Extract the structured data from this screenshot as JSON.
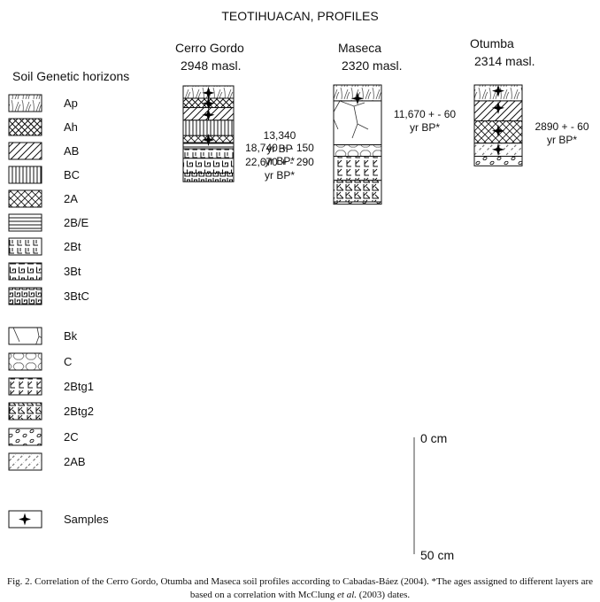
{
  "title": "TEOTIHUACAN, PROFILES",
  "legend": {
    "title": "Soil Genetic horizons",
    "items": [
      {
        "key": "Ap",
        "label": "Ap",
        "pattern": "grass"
      },
      {
        "key": "Ah",
        "label": "Ah",
        "pattern": "crosshatch"
      },
      {
        "key": "AB",
        "label": "AB",
        "pattern": "diagonal"
      },
      {
        "key": "BC",
        "label": "BC",
        "pattern": "vertical"
      },
      {
        "key": "2A",
        "label": "2A",
        "pattern": "fine-crosshatch"
      },
      {
        "key": "2B/E",
        "label": "2B/E",
        "pattern": "horizontal"
      },
      {
        "key": "2Bt",
        "label": "2Bt",
        "pattern": "L-glyphs"
      },
      {
        "key": "3Bt",
        "label": "3Bt",
        "pattern": "square-glyphs"
      },
      {
        "key": "3BtC",
        "label": "3BtC",
        "pattern": "dense-square-glyphs"
      },
      {
        "key": "Bk",
        "label": "Bk",
        "pattern": "cracks"
      },
      {
        "key": "C",
        "label": "C",
        "pattern": "pebbles"
      },
      {
        "key": "2Btg1",
        "label": "2Btg1",
        "pattern": "K-glyphs"
      },
      {
        "key": "2Btg2",
        "label": "2Btg2",
        "pattern": "boxed-glyphs"
      },
      {
        "key": "2C",
        "label": "2C",
        "pattern": "ovals"
      },
      {
        "key": "2AB",
        "label": "2AB",
        "pattern": "dashed-diagonal"
      }
    ],
    "samples_label": "Samples"
  },
  "profiles": [
    {
      "name": "Cerro Gordo",
      "altitude": "2948 masl.",
      "horizons": [
        {
          "pattern": "grass",
          "top": 0,
          "bottom": 5.3
        },
        {
          "pattern": "crosshatch",
          "top": 5.3,
          "bottom": 9.3
        },
        {
          "pattern": "diagonal",
          "top": 9.3,
          "bottom": 14.7
        },
        {
          "pattern": "vertical",
          "top": 14.7,
          "bottom": 21.3
        },
        {
          "pattern": "fine-crosshatch",
          "top": 21.3,
          "bottom": 24.3
        },
        {
          "pattern": "horizontal",
          "top": 24.3,
          "bottom": 26.9
        },
        {
          "pattern": "L-glyphs",
          "top": 26.9,
          "bottom": 31.0
        },
        {
          "pattern": "square-glyphs",
          "top": 31.0,
          "bottom": 37.3
        },
        {
          "pattern": "dense-square-glyphs",
          "top": 37.3,
          "bottom": 41.0
        }
      ],
      "samples": [
        3.0,
        7.5,
        12.4,
        23.1
      ],
      "ages": [
        {
          "line1": "13,340",
          "line2": "yr BP",
          "depth": 23.6
        },
        {
          "line1": "18,740 + - 150",
          "line2": "yr BP*",
          "depth": 28.9
        },
        {
          "line1": "22,670 + - 290",
          "line2": "yr BP*",
          "depth": 35.0
        }
      ]
    },
    {
      "name": "Maseca",
      "altitude": "2320 masl.",
      "horizons": [
        {
          "pattern": "grass",
          "top": 0,
          "bottom": 6.8
        },
        {
          "pattern": "cracks",
          "top": 6.8,
          "bottom": 25.6
        },
        {
          "pattern": "pebbles",
          "top": 25.6,
          "bottom": 30.5
        },
        {
          "pattern": "K-glyphs",
          "top": 30.5,
          "bottom": 40.8
        },
        {
          "pattern": "boxed-glyphs",
          "top": 40.8,
          "bottom": 50.0
        },
        {
          "pattern": "ovals",
          "top": 50.0,
          "bottom": 51.0
        }
      ],
      "samples": [
        5.8
      ],
      "ages": [
        {
          "line1": "11,670 + - 60",
          "line2": "yr BP*",
          "depth": 14.6
        }
      ]
    },
    {
      "name": "Otumba",
      "altitude": "2314 masl.",
      "horizons": [
        {
          "pattern": "grass",
          "top": 0,
          "bottom": 6.8
        },
        {
          "pattern": "diagonal",
          "top": 6.8,
          "bottom": 15.4
        },
        {
          "pattern": "fine-crosshatch",
          "top": 15.4,
          "bottom": 24.9
        },
        {
          "pattern": "dashed-diagonal",
          "top": 24.9,
          "bottom": 30.5
        },
        {
          "pattern": "ovals",
          "top": 30.5,
          "bottom": 34.6
        }
      ],
      "samples": [
        2.5,
        9.8,
        19.6,
        27.6
      ],
      "ages": [
        {
          "line1": "2890 + - 60",
          "line2": "yr BP*",
          "depth": 20.1
        }
      ]
    }
  ],
  "scale": {
    "top_label": "0 cm",
    "bottom_label": "50 cm"
  },
  "caption": {
    "part1": "Fig. 2. Correlation of the Cerro Gordo, Otumba and Maseca soil profiles according to Cabadas-Báez (2004). *The ages assigned to different layers are based on a correlation with McClung ",
    "italic": "et al.",
    "part2": " (2003) dates."
  }
}
